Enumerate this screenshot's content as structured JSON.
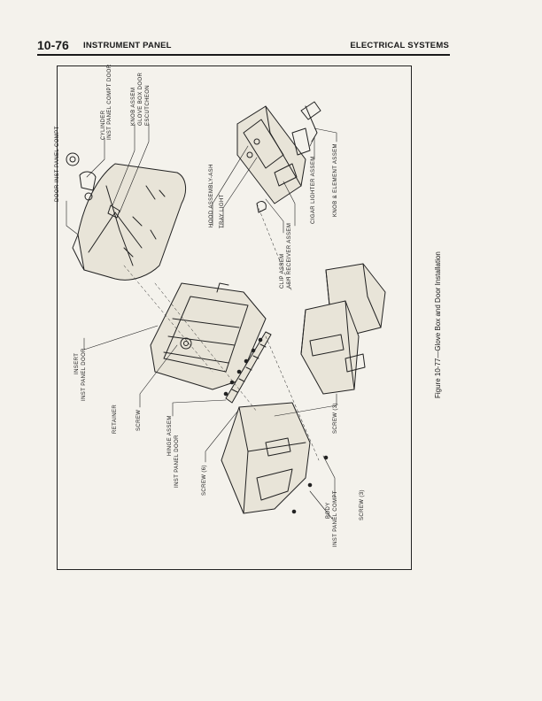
{
  "header": {
    "page_number": "10-76",
    "title": "INSTRUMENT PANEL",
    "section": "ELECTRICAL SYSTEMS"
  },
  "figure": {
    "caption": "Figure 10-77—Glove Box and Door Installation",
    "labels": {
      "door_inst_panel_compt": "DOOR INST PANEL COMPT",
      "cylinder": "CYLINDER",
      "inst_panel_compt_door": "INST PANEL COMPT DOOR",
      "knob_assem": "KNOB ASSEM",
      "glove_box_door": "GLOVE BOX DOOR",
      "escutcheon": "ESCUTCHEON",
      "hood_assembly_ash": "HOOD ASSEMBLY-ASH",
      "tray_light": "TRAY LIGHT",
      "clip_assem": "CLIP ASSEM",
      "ash_receiver_assem": "ASH RECEIVER ASSEM",
      "cigar_lighter_assem": "CIGAR LIGHTER ASSEM",
      "knob_element_assem": "KNOB & ELEMENT ASSEM",
      "insert": "INSERT",
      "inst_panel_door": "INST PANEL DOOR",
      "retainer": "RETAINER",
      "screw": "SCREW",
      "hinge_assem": "HINGE ASSEM",
      "inst_panel_door_2": "INST PANEL DOOR",
      "screw_6": "SCREW (6)",
      "screw_3_upper": "SCREW (3)",
      "body": "BODY",
      "inst_panel_compt": "INST PANEL COMPT",
      "screw_3_lower": "SCREW (3)"
    }
  }
}
